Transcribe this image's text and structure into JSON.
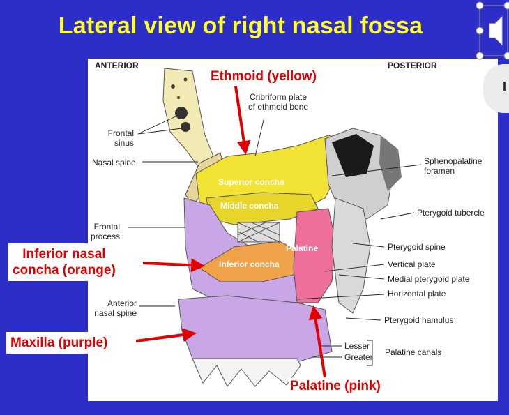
{
  "title": "Lateral view of right nasal fossa",
  "orientation": {
    "anterior": "ANTERIOR",
    "posterior": "POSTERIOR"
  },
  "labels": {
    "cribriform": [
      "Cribriform plate",
      "of ethmoid bone"
    ],
    "frontal_sinus": [
      "Frontal",
      "sinus"
    ],
    "nasal_spine": "Nasal spine",
    "frontal_process": [
      "Frontal",
      "process"
    ],
    "anterior_nasal_spine": [
      "Anterior",
      "nasal spine"
    ],
    "sphenopalatine": [
      "Sphenopalatine",
      "foramen"
    ],
    "pterygoid_tubercle": "Pterygoid tubercle",
    "pterygoid_spine": "Pterygoid spine",
    "vertical_plate": "Vertical plate",
    "medial_pterygoid_plate": "Medial pterygoid plate",
    "horizontal_plate": "Horizontal plate",
    "pterygoid_hamulus": "Pterygoid hamulus",
    "lesser": "Lesser",
    "greater": "Greater",
    "palatine_canals": "Palatine canals",
    "superior_concha": "Superior concha",
    "middle_concha": "Middle concha",
    "inferior_concha": "Inferior concha",
    "palatine": "Palatine"
  },
  "callouts": {
    "ethmoid": "Ethmoid (yellow)",
    "inferior": [
      "Inferior nasal",
      "concha (orange)"
    ],
    "maxilla": "Maxilla (purple)",
    "palatine": "Palatine (pink)"
  },
  "side_tab": {
    "text": "I"
  },
  "colors": {
    "background": "#2d2dc8",
    "title": "#ffff33",
    "callout": "#e10000",
    "ethmoid": "#f2e233",
    "maxilla": "#c9a6e6",
    "inferior_concha": "#f0a24a",
    "palatine": "#ee6f9a",
    "frontal": "#f1eab4"
  }
}
